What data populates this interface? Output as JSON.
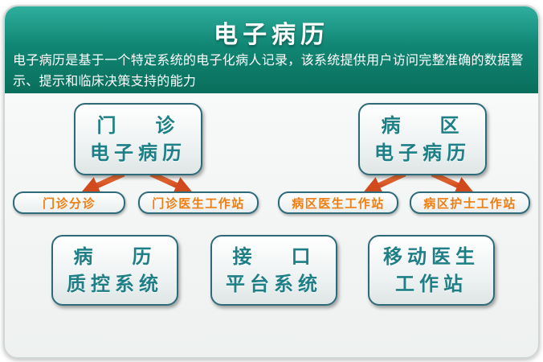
{
  "header": {
    "title": "电子病历",
    "description": "电子病历是基于一个特定系统的电子化病人记录，该系统提供用户访问完整准确的数据警示、提示和临床决策支持的能力"
  },
  "outpatient": {
    "line1": "门   诊",
    "line2": "电子病历",
    "children": [
      "门诊分诊",
      "门诊医生工作站"
    ]
  },
  "ward": {
    "line1": "病   区",
    "line2": "电子病历",
    "children": [
      "病区医生工作站",
      "病区护士工作站"
    ]
  },
  "modules": [
    {
      "line1": "病   历",
      "line2": "质控系统"
    },
    {
      "line1": "接   口",
      "line2": "平台系统"
    },
    {
      "line1": "移动医生",
      "line2": "工作站"
    }
  ],
  "colors": {
    "header": "#118674",
    "box_text": "#1e7f86",
    "pill_text": "#f07d10",
    "arrow": "#d9531e"
  }
}
